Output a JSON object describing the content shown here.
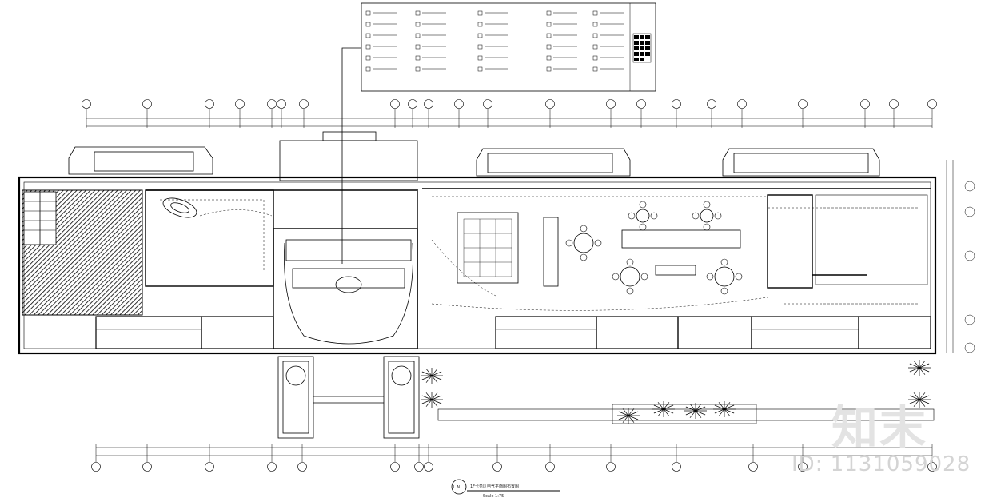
{
  "drawing": {
    "title_circle": "L.N",
    "title": "1F卡务区电气平面图布置图",
    "scale": "Scale 1:75"
  },
  "watermark": {
    "brand": "知末",
    "id": "ID: 1131059028"
  },
  "colors": {
    "line": "#000000",
    "watermark": "#d8d8d8",
    "background": "#ffffff"
  },
  "icons": {
    "axis_bubble": "circle-marker",
    "sofa": "sofa-shape",
    "plant": "shrub-symbol"
  }
}
